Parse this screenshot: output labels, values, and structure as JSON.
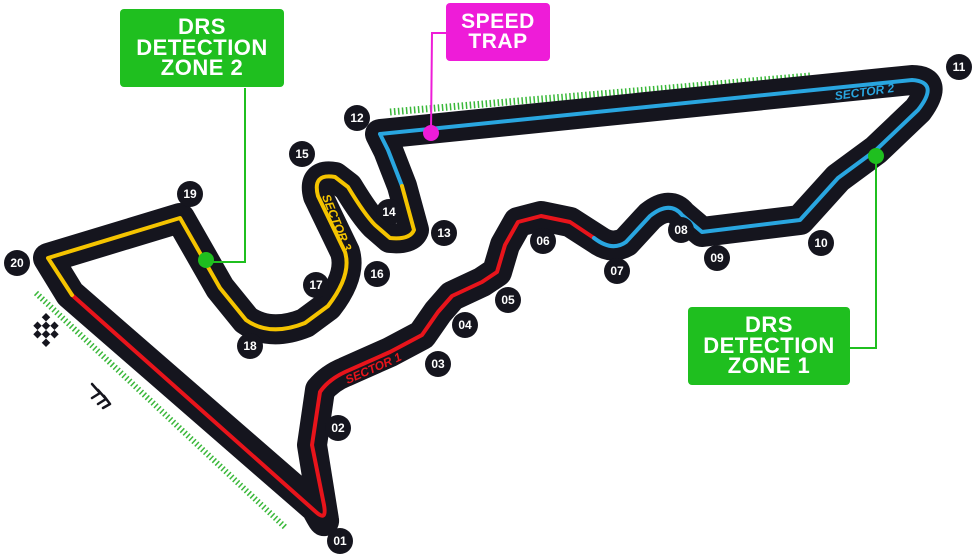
{
  "circuit": {
    "corners": [
      "01",
      "02",
      "03",
      "04",
      "05",
      "06",
      "07",
      "08",
      "09",
      "10",
      "11",
      "12",
      "13",
      "14",
      "15",
      "16",
      "17",
      "18",
      "19",
      "20"
    ],
    "sectors": [
      {
        "label": "SECTOR 1",
        "color": "#e8141b"
      },
      {
        "label": "SECTOR 2",
        "color": "#29a6e0"
      },
      {
        "label": "SECTOR 3",
        "color": "#f5c400"
      }
    ],
    "track_color": "#15151e",
    "drs_line_color": "#3ab83a"
  },
  "callouts": {
    "drs_zone_2": {
      "line1": "DRS",
      "line2": "DETECTION",
      "line3": "ZONE 2",
      "color": "#1fbf1f"
    },
    "drs_zone_1": {
      "line1": "DRS",
      "line2": "DETECTION",
      "line3": "ZONE 1",
      "color": "#1fbf1f"
    },
    "speed_trap": {
      "line1": "SPEED",
      "line2": "TRAP",
      "color": "#ee1cd8"
    }
  },
  "icons": [
    "chequered-flag-icon",
    "direction-chevrons-icon"
  ]
}
